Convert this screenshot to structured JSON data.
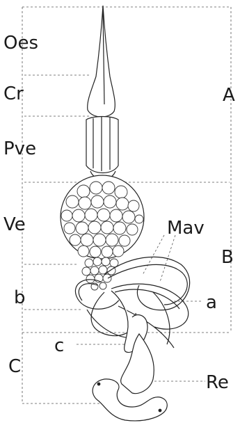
{
  "labels": {
    "oes": "Oes",
    "cr": "Cr",
    "pve": "Pve",
    "ve": "Ve",
    "b_small": "b",
    "c_big": "C",
    "c_small": "c",
    "a_big": "A",
    "b_big": "B",
    "mav": "Mav",
    "a_small": "a",
    "re": "Re"
  }
}
